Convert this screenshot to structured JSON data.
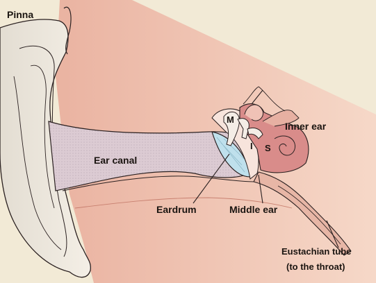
{
  "labels": {
    "pinna": "Pinna",
    "ear_canal": "Ear canal",
    "inner_ear": "Inner ear",
    "eardrum": "Eardrum",
    "middle_ear": "Middle ear",
    "eustachian_tube": "Eustachian tube",
    "to_the_throat": "(to the throat)",
    "m": "M",
    "i": "I",
    "s": "S"
  },
  "colors": {
    "paper": "#f2ead6",
    "tissue_pink": "#f0bfae",
    "canal_mauve": "#dcc9d2",
    "eardrum_blue": "#bfe0ec",
    "bone_pink": "#d98c8a",
    "outline": "#2a2020"
  }
}
